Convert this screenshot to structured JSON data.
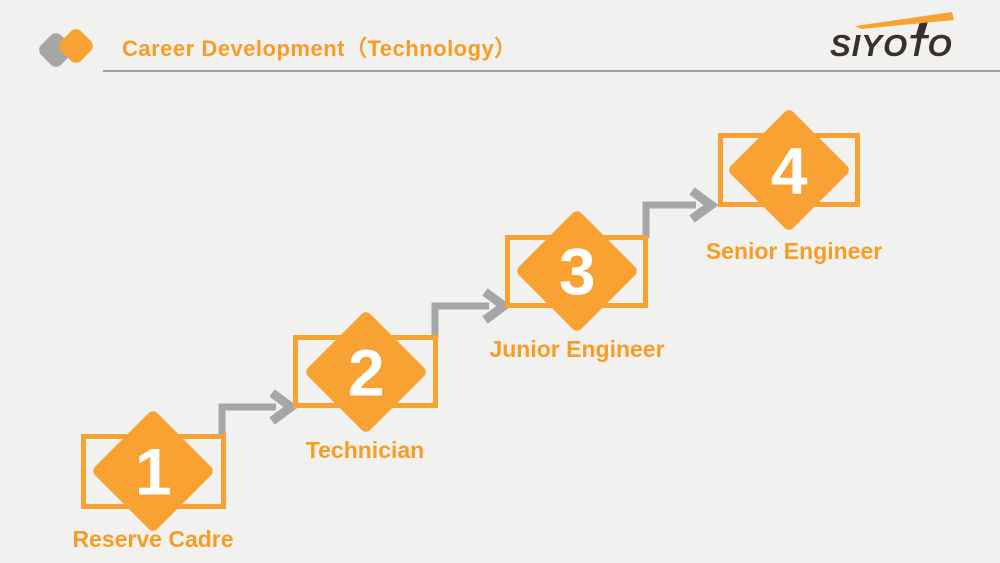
{
  "slide": {
    "title": "Career Development（Technology）",
    "logo_text": "SIYOTO"
  },
  "steps": [
    {
      "number": "1",
      "label": "Reserve Cadre"
    },
    {
      "number": "2",
      "label": "Technician"
    },
    {
      "number": "3",
      "label": "Junior Engineer"
    },
    {
      "number": "4",
      "label": "Senior Engineer"
    }
  ],
  "icons": {
    "logo_mark": "overlapping-diamonds-icon",
    "logo_swoosh": "swoosh-icon",
    "connector": "elbow-arrow-icon"
  },
  "colors": {
    "accent": "#F7A233",
    "accent_text": "#F79D26",
    "arrow_gray": "#A6A6A6",
    "logo_dark": "#3A2F2B",
    "background": "#F1F1F0",
    "divider": "#A0A0A0",
    "number_text": "#FFFFFF"
  }
}
